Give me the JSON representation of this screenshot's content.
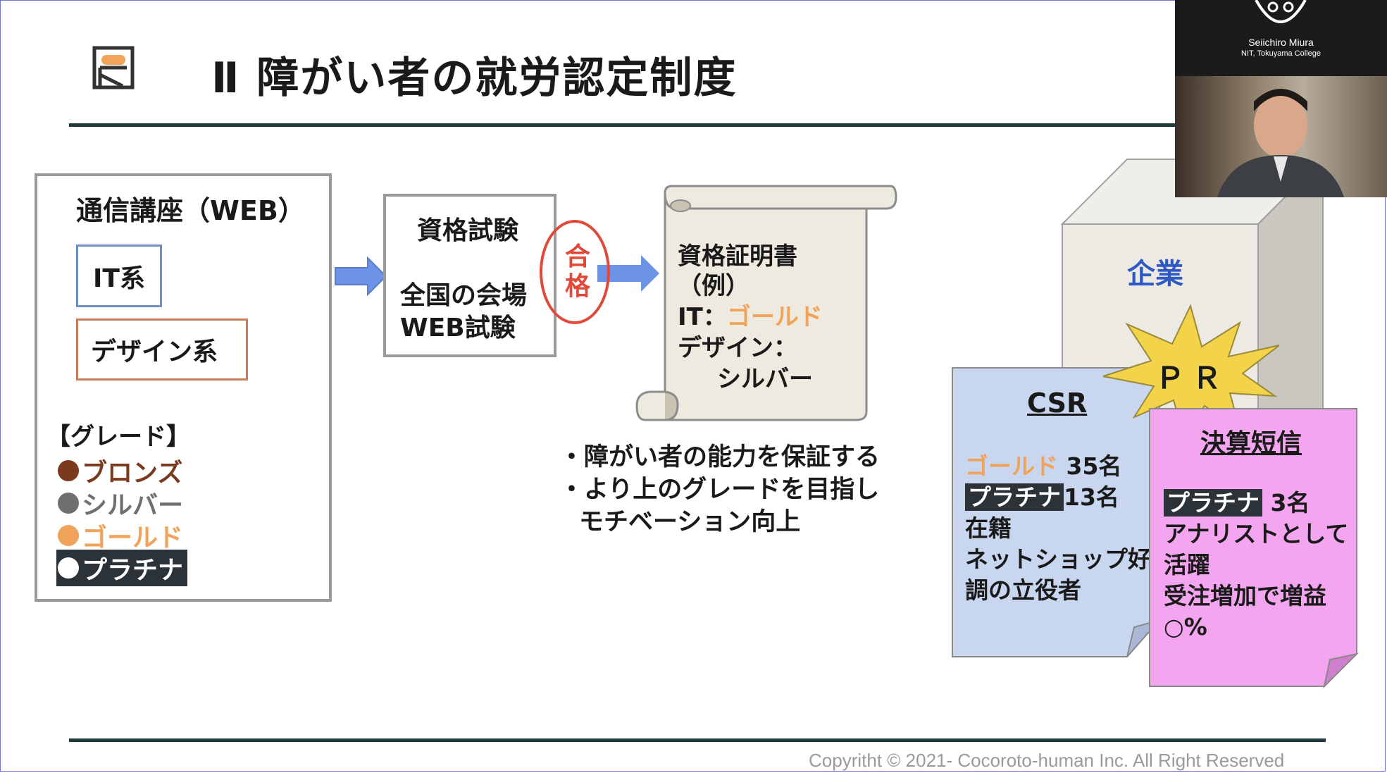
{
  "slide": {
    "title": "Ⅱ 障がい者の就労認定制度",
    "copyright": "Copyritht © 2021- Cocoroto-human Inc. All Right Reserved"
  },
  "course": {
    "title": "通信講座（WEB）",
    "it_label": "IT系",
    "design_label": "デザイン系",
    "grade_header": "【グレード】",
    "grades": [
      {
        "label": "ブロンズ",
        "color": "#7a3a1e"
      },
      {
        "label": "シルバー",
        "color": "#6f6f6f"
      },
      {
        "label": "ゴールド",
        "color": "#f2a35b"
      },
      {
        "label": "プラチナ",
        "color": "#ffffff"
      }
    ]
  },
  "exam": {
    "title": "資格試験",
    "line1": "全国の会場",
    "line2": "WEB試験",
    "pass": "合格"
  },
  "certificate": {
    "title": "資格証明書",
    "example": "（例）",
    "it_prefix": "IT：",
    "it_grade": "ゴールド",
    "design_prefix": "デザイン：",
    "design_grade": "シルバー"
  },
  "bullets": [
    "・障がい者の能力を保証する",
    "・より上のグレードを目指し",
    "モチベーション向上"
  ],
  "company": {
    "label": "企業",
    "pr": "ＰＲ"
  },
  "csr": {
    "title": "CSR",
    "gold_label": "ゴールド",
    "gold_count": " 35名",
    "platinum_label": "プラチナ",
    "platinum_count": "13名",
    "line3": "在籍",
    "line4": "ネットショップ好",
    "line5": "調の立役者"
  },
  "kessan": {
    "title": "決算短信",
    "platinum_label": "プラチナ",
    "platinum_count": " 3名",
    "line2": "アナリストとして",
    "line3": "活躍",
    "line4": "受注増加で増益",
    "line5": "○%"
  },
  "video": {
    "name": "Seiichiro Miura",
    "affiliation": "NIT, Tokuyama College"
  },
  "colors": {
    "arrow": "#6d93e6",
    "pass_red": "#e04a3a",
    "company_blue": "#2f59c4",
    "csr_bg": "#c8d6ef",
    "kessan_bg": "#f3a6ef",
    "burst": "#f3d349",
    "rule": "#1f3a3a"
  }
}
